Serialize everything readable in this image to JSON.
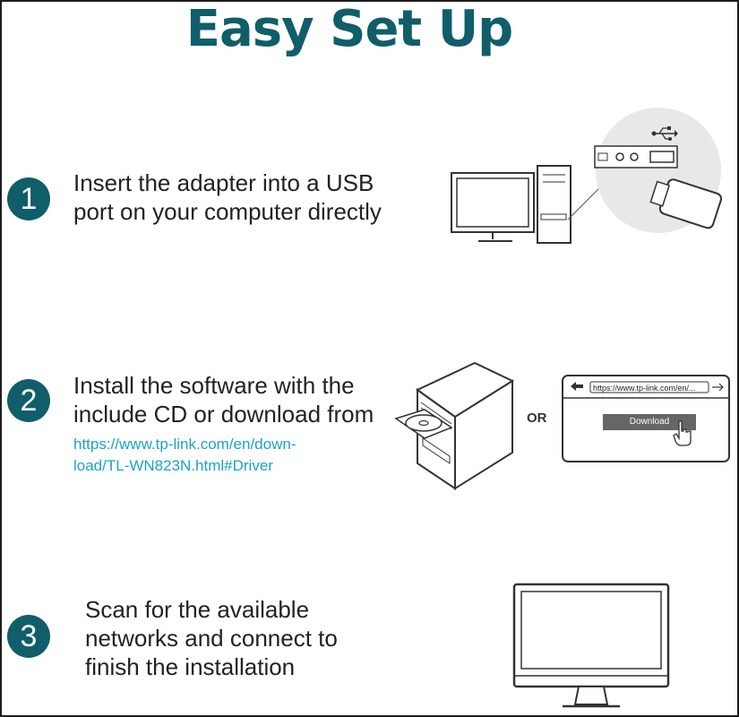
{
  "title": "Easy Set Up",
  "steps": [
    {
      "number": "1",
      "lines": [
        "Insert the adapter into a USB",
        "port on your computer directly"
      ]
    },
    {
      "number": "2",
      "lines": [
        "Install the software with the",
        "include CD or download from"
      ],
      "link_lines": [
        "https://www.tp-link.com/en/down-",
        "load/TL-WN823N.html#Driver"
      ]
    },
    {
      "number": "3",
      "lines": [
        "Scan for the available",
        "networks and connect to",
        "finish the installation"
      ]
    }
  ],
  "or_label": "OR",
  "browser": {
    "url": "https://www.tp-link.com/en/...",
    "button_label": "Download"
  },
  "colors": {
    "accent": "#0f5e6a",
    "link": "#1aa3c9"
  },
  "icons": [
    "computer-tower-icon",
    "usb-adapter-icon",
    "usb-symbol-icon",
    "cd-drive-tower-icon",
    "browser-window-icon",
    "hand-cursor-icon",
    "monitor-icon"
  ]
}
